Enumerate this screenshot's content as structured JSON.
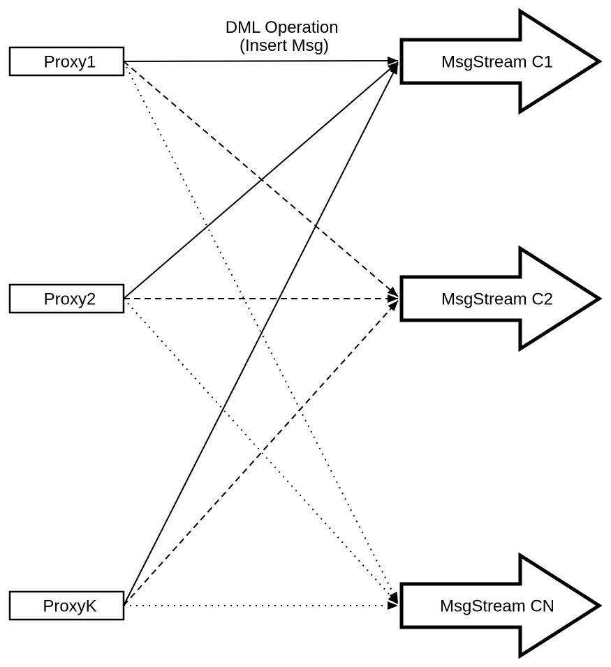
{
  "title": {
    "line1": "DML Operation",
    "line2": "(Insert Msg)"
  },
  "proxies": [
    {
      "id": "proxy1",
      "label": "Proxy1"
    },
    {
      "id": "proxy2",
      "label": "Proxy2"
    },
    {
      "id": "proxyk",
      "label": "ProxyK"
    }
  ],
  "streams": [
    {
      "id": "msgstream-c1",
      "label": "MsgStream C1"
    },
    {
      "id": "msgstream-c2",
      "label": "MsgStream C2"
    },
    {
      "id": "msgstream-cn",
      "label": "MsgStream CN"
    }
  ],
  "edges": [
    {
      "from": "Proxy1",
      "to": "MsgStream C1",
      "style": "solid"
    },
    {
      "from": "Proxy2",
      "to": "MsgStream C1",
      "style": "solid"
    },
    {
      "from": "ProxyK",
      "to": "MsgStream C1",
      "style": "solid"
    },
    {
      "from": "Proxy1",
      "to": "MsgStream C2",
      "style": "dashed"
    },
    {
      "from": "Proxy2",
      "to": "MsgStream C2",
      "style": "dashed"
    },
    {
      "from": "ProxyK",
      "to": "MsgStream C2",
      "style": "dashed"
    },
    {
      "from": "Proxy1",
      "to": "MsgStream CN",
      "style": "dotted"
    },
    {
      "from": "Proxy2",
      "to": "MsgStream CN",
      "style": "dotted"
    },
    {
      "from": "ProxyK",
      "to": "MsgStream CN",
      "style": "dotted"
    }
  ],
  "colors": {
    "stroke": "#000000",
    "fill": "#ffffff",
    "background": "#ffffff"
  }
}
